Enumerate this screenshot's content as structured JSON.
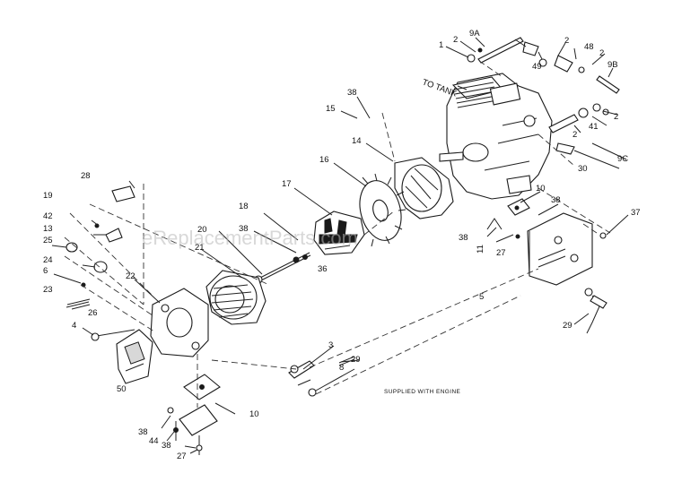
{
  "labels": {
    "l1": "1",
    "l2a": "2",
    "l9a": "9A",
    "l2b": "2",
    "l48": "48",
    "l2c": "2",
    "l49": "49",
    "l9b": "9B",
    "l2d": "2",
    "l41": "41",
    "l2e": "2",
    "l9c": "9C",
    "l30": "30",
    "l38a": "38",
    "l15": "15",
    "l14": "14",
    "l16": "16",
    "l17": "17",
    "l10a": "10",
    "l38b": "38",
    "l37": "37",
    "l28": "28",
    "l19": "19",
    "l42": "42",
    "l13": "13",
    "l25": "25",
    "l24": "24",
    "l6": "6",
    "l23": "23",
    "l26": "26",
    "l4": "4",
    "l22": "22",
    "l21": "21",
    "l20": "20",
    "l18": "18",
    "l38c": "38",
    "l36": "36",
    "l38d": "38",
    "l11": "11",
    "l27a": "27",
    "l5": "5",
    "l29a": "29",
    "l50": "50",
    "l3": "3",
    "l29b": "29",
    "l8": "8",
    "l10b": "10",
    "l38e": "38",
    "l44": "44",
    "l38f": "38",
    "l27b": "27"
  },
  "diagram_text": {
    "to_tank": "TO TANK",
    "engine_note": "SUPPLIED WITH ENGINE"
  },
  "watermark": "eReplacementParts.com"
}
